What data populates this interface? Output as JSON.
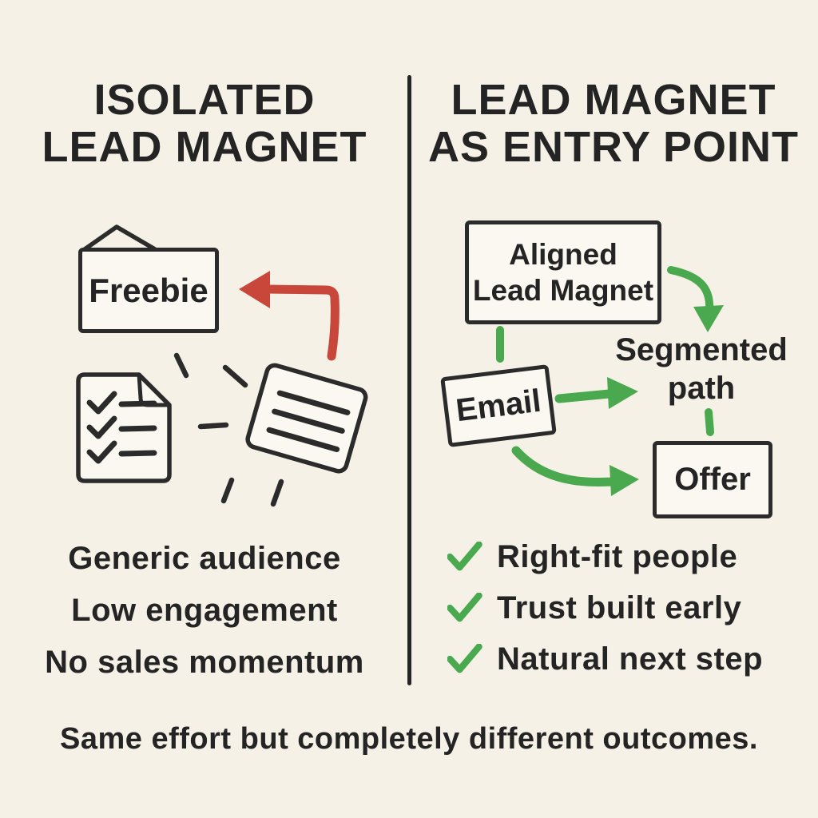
{
  "palette": {
    "background": "#f6f1e7",
    "ink": "#242424",
    "box_fill": "#fbf8f1",
    "red_arrow": "#c9473a",
    "green_accent": "#4aa94f"
  },
  "left_panel": {
    "title_line1": "ISOLATED",
    "title_line2": "LEAD MAGNET",
    "freebie_box_label": "Freebie",
    "drawbacks": [
      "Generic audience",
      "Low engagement",
      "No sales momentum"
    ]
  },
  "right_panel": {
    "title_line1": "LEAD MAGNET",
    "title_line2": "AS ENTRY POINT",
    "aligned_box_line1": "Aligned",
    "aligned_box_line2": "Lead Magnet",
    "email_box_label": "Email",
    "segmented_label_line1": "Segmented",
    "segmented_label_line2": "path",
    "offer_box_label": "Offer",
    "benefits": [
      "Right-fit people",
      "Trust built early",
      "Natural next step"
    ]
  },
  "footer": {
    "caption": "Same effort but completely different outcomes."
  }
}
